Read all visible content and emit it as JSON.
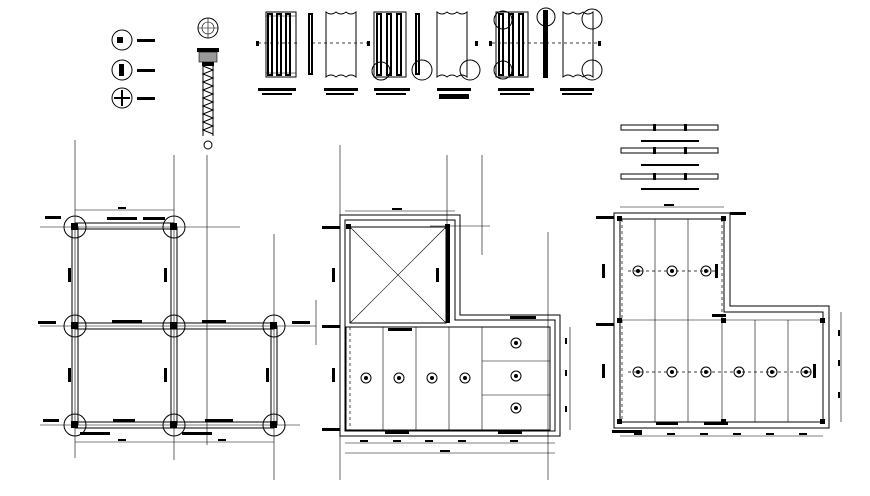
{
  "drawing": {
    "background": "#ffffff",
    "line_color": "#000000",
    "fill_gray": "#9a9a9a"
  },
  "details_row": {
    "connectors": [
      "connector-detail-1",
      "connector-detail-2",
      "connector-detail-3"
    ],
    "column_icon": "column-elevation-icon",
    "panels": [
      "panel-a-plan",
      "panel-a-elevation",
      "panel-b-plan",
      "panel-b-elevation",
      "panel-c-plan",
      "panel-c-elevation"
    ]
  },
  "plans": {
    "left": "frame-plan-grid",
    "middle": "slab-plan-with-opening",
    "right": "l-shaped-slab-plan"
  }
}
